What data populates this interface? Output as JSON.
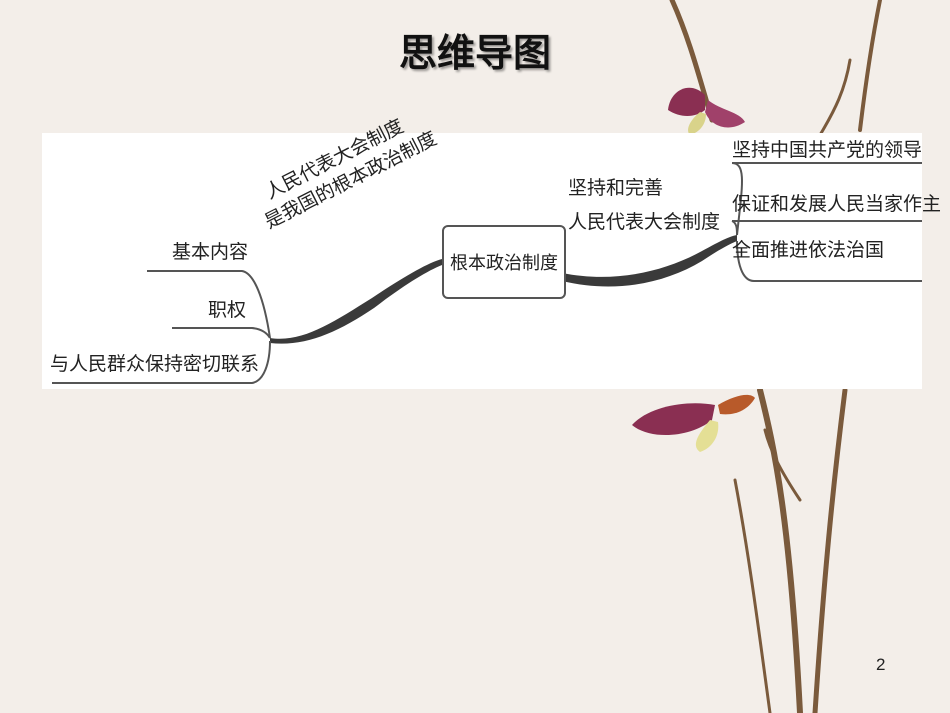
{
  "title": "思维导图",
  "page_number": "2",
  "mindmap": {
    "center": "根本政治制度",
    "left_branch_label_line1": "人民代表大会制度",
    "left_branch_label_line2": "是我国的根本政治制度",
    "left_items": [
      "基本内容",
      "职权",
      "与人民群众保持密切联系"
    ],
    "right_branch_label_line1": "坚持和完善",
    "right_branch_label_line2": "人民代表大会制度",
    "right_items": [
      "坚持中国共产党的领导",
      "保证和发展人民当家作主",
      "全面推进依法治国"
    ]
  },
  "colors": {
    "background": "#f3eee9",
    "branch": "#3a3a3a",
    "panel": "#ffffff"
  }
}
